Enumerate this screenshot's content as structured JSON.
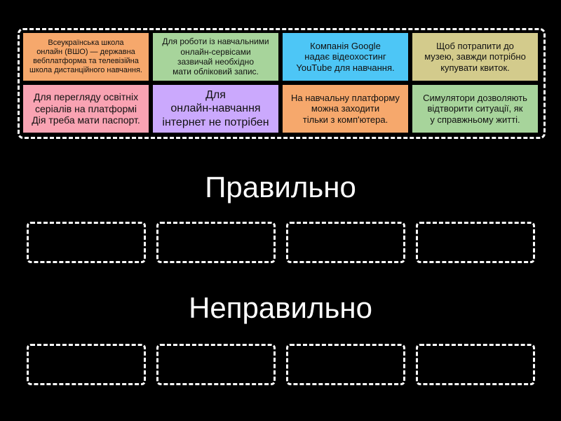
{
  "cards": [
    {
      "text": "Всеукраїнська школа\nонлайн (ВШО) — державна\nвебплатформа та телевізійна\nшкола дистанційного навчання.",
      "color": "#f6a86c"
    },
    {
      "text": "Для роботи із навчальними\nонлайн-сервісами\nзазвичай необхідно\nмати обліковий запис.",
      "color": "#a7d49b"
    },
    {
      "text": "Компанія Google\nнадає відеохостинг\nYouTube для навчання.",
      "color": "#4dc6f6"
    },
    {
      "text": "Щоб потрапити до\nмузею, завжди потрібно\nкупувати квиток.",
      "color": "#d3cb8c"
    },
    {
      "text": "Для перегляду освітніх\nсеріалів на платформі\nДія треба мати паспорт.",
      "color": "#f9a3b3"
    },
    {
      "text": "Для\nонлайн-навчання\nінтернет не потрібен",
      "color": "#cba9fd"
    },
    {
      "text": "На навчальну платформу\nможна заходити\nтільки з комп'ютера.",
      "color": "#f6a86c"
    },
    {
      "text": "Симулятори дозволяють\nвідтворити ситуації, як\nу справжньому житті.",
      "color": "#a7d49b"
    }
  ],
  "groups": [
    {
      "title": "Правильно"
    },
    {
      "title": "Неправильно"
    }
  ]
}
